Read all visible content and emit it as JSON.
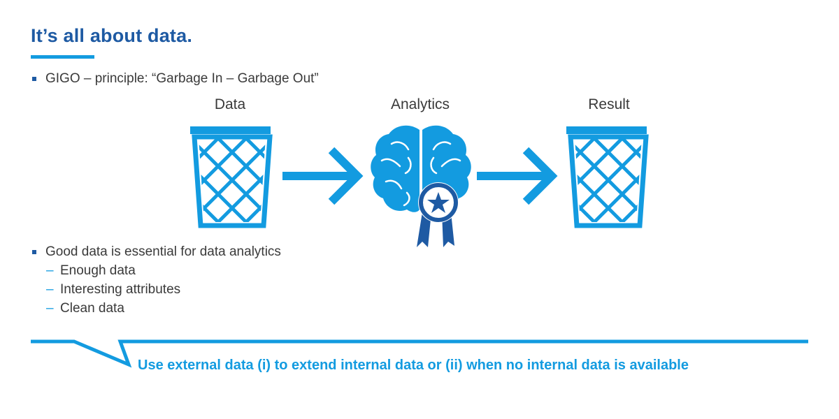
{
  "slide": {
    "title": "It’s all about data.",
    "bullet1": "GIGO – principle: “Garbage In – Garbage Out”",
    "labels": {
      "data": "Data",
      "analytics": "Analytics",
      "result": "Result"
    },
    "bullet2": "Good data is essential for data analytics",
    "sub_items": [
      "Enough data",
      "Interesting attributes",
      "Clean data"
    ],
    "sub_dash": "–",
    "callout": "Use external data (i) to extend internal data or (ii) when no internal data is available"
  },
  "icons": {
    "input_bin": "trash-bin-icon",
    "arrow1": "arrow-right-icon",
    "brain": "brain-award-icon",
    "arrow2": "arrow-right-icon",
    "output_bin": "trash-bin-icon"
  },
  "colors": {
    "title": "#1e5aa3",
    "accent": "#139be0",
    "dark_blue": "#1e5aa3",
    "text": "#3a3a3a"
  }
}
